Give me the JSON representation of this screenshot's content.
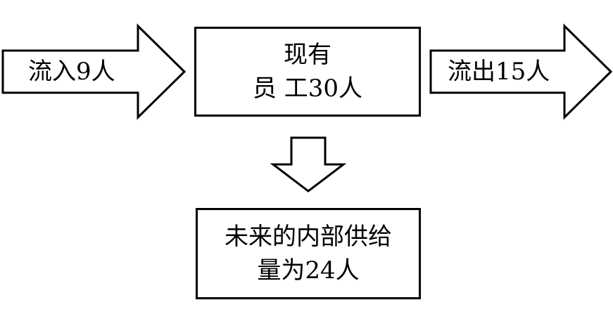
{
  "inflow": {
    "label": "流入9人"
  },
  "current_staff": {
    "line1": "现有",
    "line2": "员 工30人"
  },
  "outflow": {
    "label": "流出15人"
  },
  "future_supply": {
    "line1": "未来的内部供给",
    "line2": "量为24人"
  },
  "colors": {
    "stroke": "#000000",
    "fill": "#ffffff"
  }
}
